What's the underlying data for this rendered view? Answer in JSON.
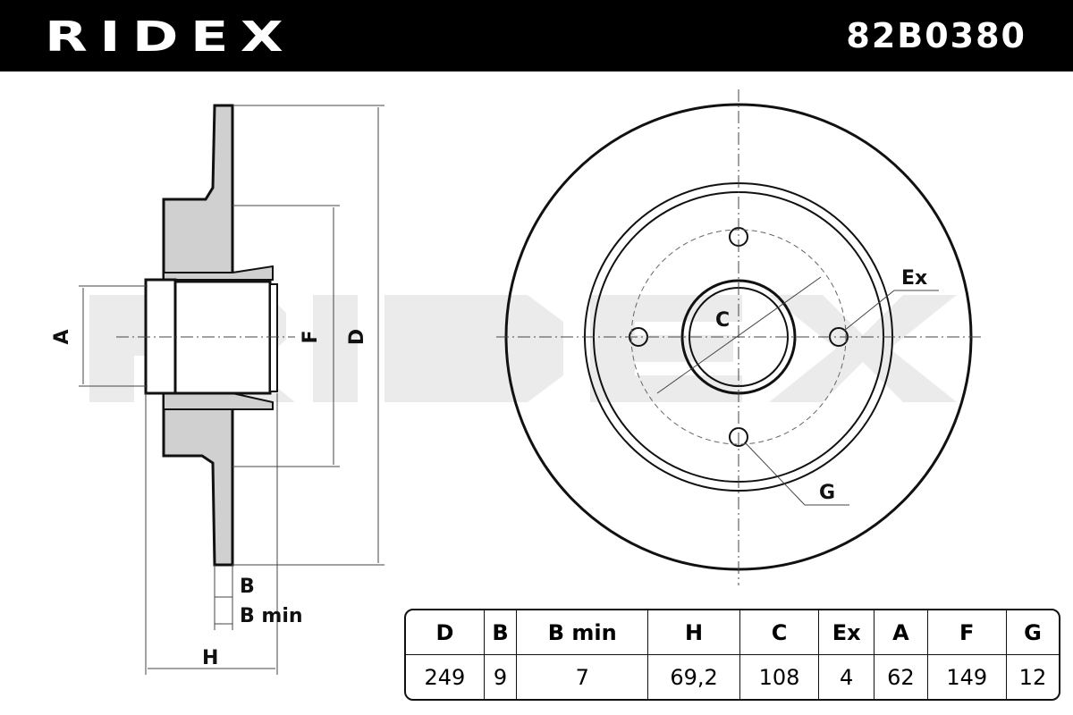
{
  "header": {
    "brand": "RIDEX",
    "part_number": "82B0380"
  },
  "labels": {
    "A": "A",
    "F": "F",
    "D": "D",
    "B": "B",
    "Bmin": "B min",
    "H": "H",
    "C": "C",
    "Ex": "Ex",
    "G": "G"
  },
  "table": {
    "headers": [
      "D",
      "B",
      "B min",
      "H",
      "C",
      "Ex",
      "A",
      "F",
      "G"
    ],
    "values": [
      "249",
      "9",
      "7",
      "69,2",
      "108",
      "4",
      "62",
      "149",
      "12"
    ]
  }
}
